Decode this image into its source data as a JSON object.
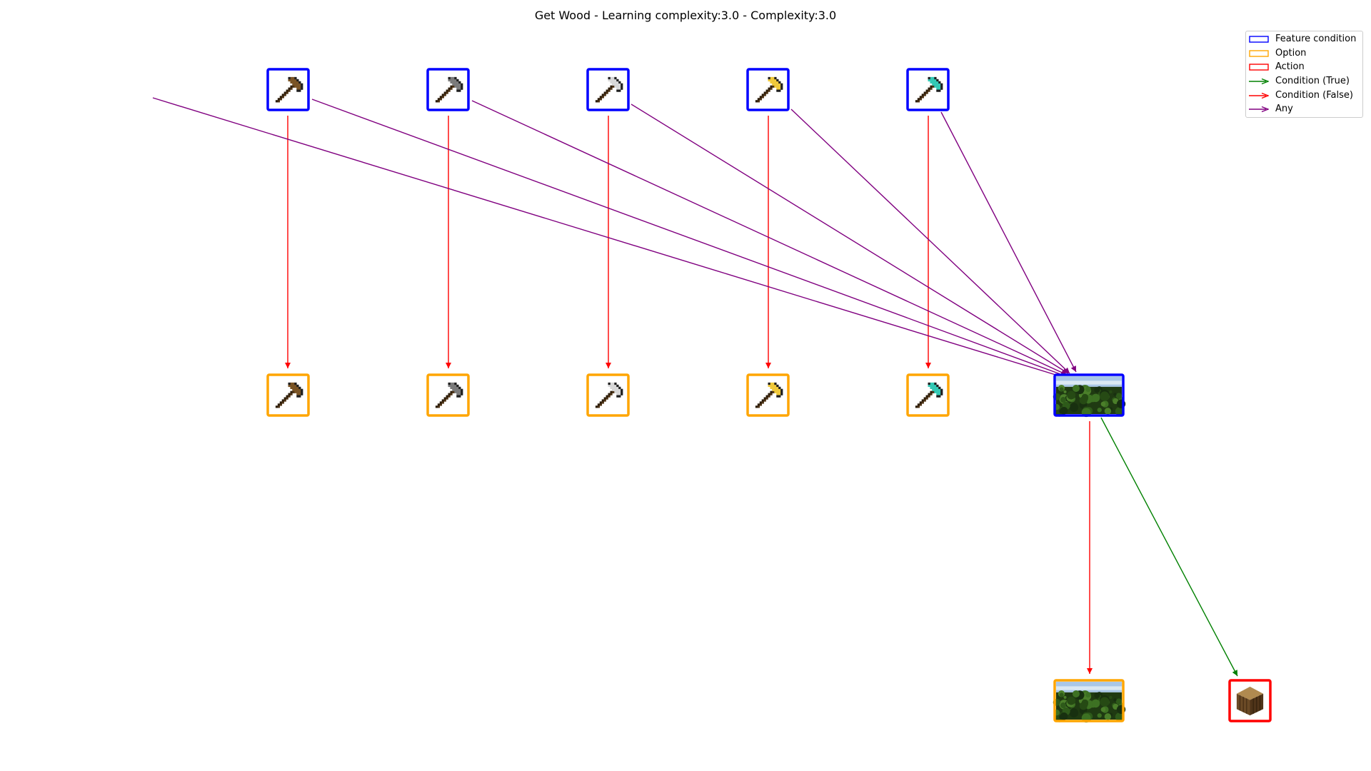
{
  "title": "Get Wood - Learning complexity:3.0 - Complexity:3.0",
  "legend": [
    {
      "label": "Feature condition",
      "kind": "box",
      "color": "#0000ff"
    },
    {
      "label": "Option",
      "kind": "box",
      "color": "#ffa500"
    },
    {
      "label": "Action",
      "kind": "box",
      "color": "#ff0000"
    },
    {
      "label": "Condition (True)",
      "kind": "arrow",
      "color": "#008000"
    },
    {
      "label": "Condition (False)",
      "kind": "arrow",
      "color": "#ff0000"
    },
    {
      "label": "Any",
      "kind": "arrow",
      "color": "#800080"
    }
  ],
  "colors": {
    "feature_condition": "#0000ff",
    "option": "#ffa500",
    "action": "#ff0000",
    "condition_true": "#008000",
    "condition_false": "#ff0000",
    "any": "#800080"
  },
  "nodes": [
    {
      "id": "fc-wooden-axe",
      "type": "feature_condition",
      "icon": "wooden-axe-icon",
      "head": "#7a5425"
    },
    {
      "id": "fc-stone-axe",
      "type": "feature_condition",
      "icon": "stone-axe-icon",
      "head": "#7b7b7b"
    },
    {
      "id": "fc-iron-axe",
      "type": "feature_condition",
      "icon": "iron-axe-icon",
      "head": "#d8d8d8"
    },
    {
      "id": "fc-golden-axe",
      "type": "feature_condition",
      "icon": "golden-axe-icon",
      "head": "#f0c93a"
    },
    {
      "id": "fc-diamond-axe",
      "type": "feature_condition",
      "icon": "diamond-axe-icon",
      "head": "#33c9b5"
    },
    {
      "id": "opt-wooden-axe",
      "type": "option",
      "icon": "wooden-axe-icon",
      "head": "#7a5425"
    },
    {
      "id": "opt-stone-axe",
      "type": "option",
      "icon": "stone-axe-icon",
      "head": "#7b7b7b"
    },
    {
      "id": "opt-iron-axe",
      "type": "option",
      "icon": "iron-axe-icon",
      "head": "#d8d8d8"
    },
    {
      "id": "opt-golden-axe",
      "type": "option",
      "icon": "golden-axe-icon",
      "head": "#f0c93a"
    },
    {
      "id": "opt-diamond-axe",
      "type": "option",
      "icon": "diamond-axe-icon",
      "head": "#33c9b5"
    },
    {
      "id": "fc-forest",
      "type": "feature_condition",
      "icon": "forest-landscape-icon"
    },
    {
      "id": "opt-forest",
      "type": "option",
      "icon": "forest-landscape-icon"
    },
    {
      "id": "action-wood-log",
      "type": "action",
      "icon": "wood-log-icon"
    }
  ],
  "edges": [
    {
      "id": "edge-wooden-false",
      "from": "fc-wooden-axe",
      "to": "opt-wooden-axe",
      "kind": "condition_false"
    },
    {
      "id": "edge-stone-false",
      "from": "fc-stone-axe",
      "to": "opt-stone-axe",
      "kind": "condition_false"
    },
    {
      "id": "edge-iron-false",
      "from": "fc-iron-axe",
      "to": "opt-iron-axe",
      "kind": "condition_false"
    },
    {
      "id": "edge-golden-false",
      "from": "fc-golden-axe",
      "to": "opt-golden-axe",
      "kind": "condition_false"
    },
    {
      "id": "edge-diamond-false",
      "from": "fc-diamond-axe",
      "to": "opt-diamond-axe",
      "kind": "condition_false"
    },
    {
      "id": "edge-offscreen-any",
      "from": "",
      "to": "fc-forest",
      "kind": "any"
    },
    {
      "id": "edge-wooden-any",
      "from": "fc-wooden-axe",
      "to": "fc-forest",
      "kind": "any"
    },
    {
      "id": "edge-stone-any",
      "from": "fc-stone-axe",
      "to": "fc-forest",
      "kind": "any"
    },
    {
      "id": "edge-iron-any",
      "from": "fc-iron-axe",
      "to": "fc-forest",
      "kind": "any"
    },
    {
      "id": "edge-golden-any",
      "from": "fc-golden-axe",
      "to": "fc-forest",
      "kind": "any"
    },
    {
      "id": "edge-diamond-any",
      "from": "fc-diamond-axe",
      "to": "fc-forest",
      "kind": "any"
    },
    {
      "id": "edge-forest-false",
      "from": "fc-forest",
      "to": "opt-forest",
      "kind": "condition_false"
    },
    {
      "id": "edge-forest-true",
      "from": "fc-forest",
      "to": "action-wood-log",
      "kind": "condition_true"
    }
  ]
}
